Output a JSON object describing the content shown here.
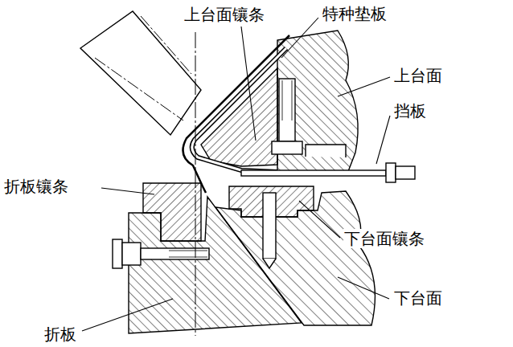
{
  "diagram": {
    "labels": [
      "上台面镶条",
      "特种垫板",
      "上台面",
      "挡板",
      "折板镶条",
      "下台面镶条",
      "下台面",
      "折板"
    ]
  }
}
